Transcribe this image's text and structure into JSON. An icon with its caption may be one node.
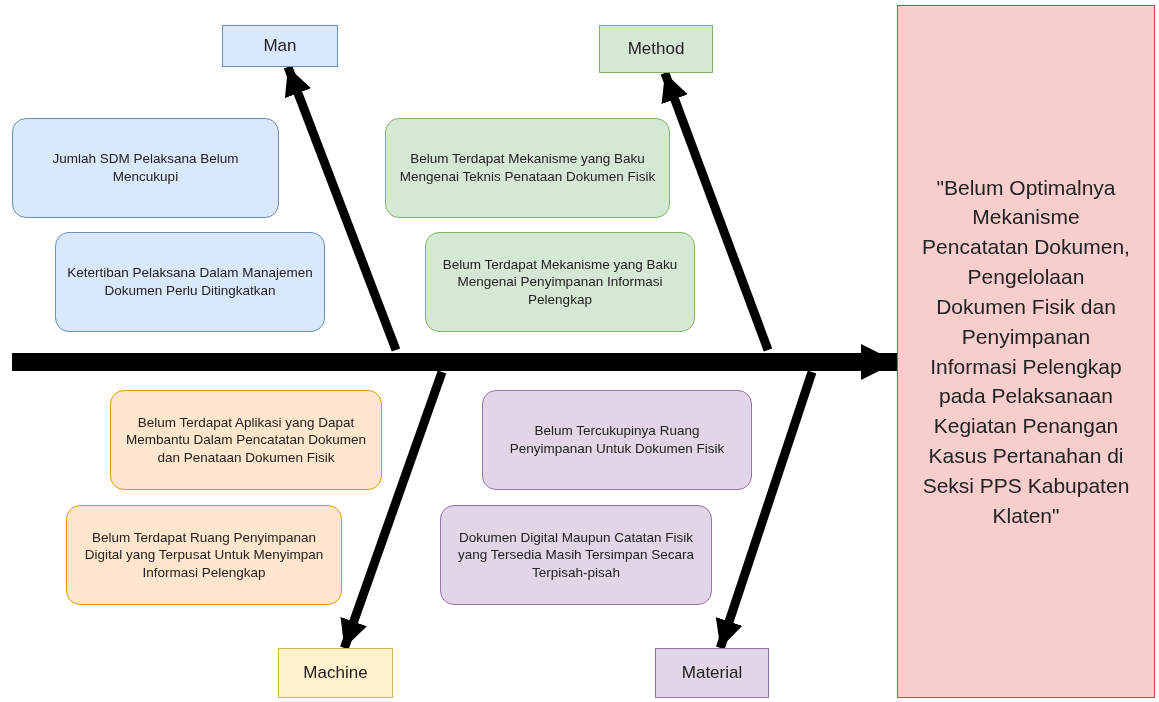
{
  "diagram": {
    "nodes": [
      {
        "text": [
          "Man"
        ]
      },
      {
        "text": [
          "Method"
        ]
      },
      {
        "text": [
          "\"Belum Optimalnya Mekanisme Pencatatan Dokumen, Pengelolaan Dokumen Fisik dan Penyimpanan Informasi Pelengkap pada Pelaksanaan Kegiatan Penangan Kasus Pertanahan di Seksi PPS Kabupaten Klaten\""
        ]
      },
      {
        "text": [
          "Jumlah SDM Pelaksana Belum Mencukupi"
        ]
      },
      {
        "text": [
          "Belum Terdapat Mekanisme yang Baku Mengenai Teknis Penataan Dokumen Fisik"
        ]
      },
      {
        "text": [
          "Ketertiban Pelaksana Dalam Manajemen Dokumen Perlu Ditingkatkan"
        ]
      },
      {
        "text": [
          "Belum Terdapat Mekanisme yang Baku Mengenai Penyimpanan Informasi Pelengkap"
        ]
      },
      {
        "text": [
          "Belum Terdapat Aplikasi yang Dapat Membantu Dalam Pencatatan Dokumen dan Penataan Dokumen Fisik"
        ]
      },
      {
        "text": [
          "Belum Tercukupinya Ruang Penyimpanan Untuk Dokumen Fisik"
        ]
      },
      {
        "text": [
          "Belum Terdapat Ruang Penyimpanan Digital yang Terpusat Untuk Menyimpan Informasi Pelengkap"
        ]
      },
      {
        "text": [
          "Dokumen Digital Maupun Catatan Fisik yang Tersedia Masih Tersimpan Secara Terpisah-pisah"
        ]
      },
      {
        "text": [
          "Machine"
        ]
      },
      {
        "text": [
          "Material"
        ]
      }
    ],
    "edges": [
      {
        "from": null,
        "to": 2,
        "arrow": "to",
        "style": "thick"
      },
      {
        "from": null,
        "to": 0,
        "arrow": "to"
      },
      {
        "from": null,
        "to": 1,
        "arrow": "to"
      },
      {
        "from": null,
        "to": 11,
        "arrow": "to"
      },
      {
        "from": null,
        "to": 12,
        "arrow": "to"
      }
    ]
  }
}
